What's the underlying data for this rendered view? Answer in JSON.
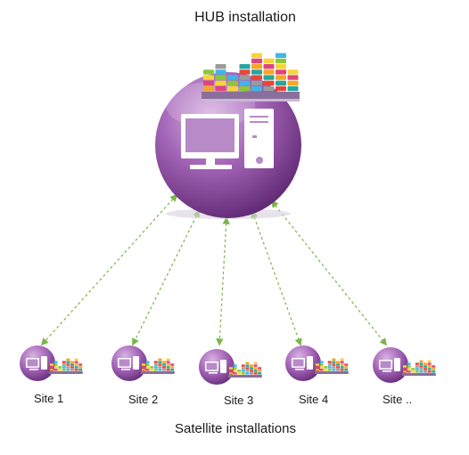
{
  "hub": {
    "title": "HUB installation",
    "icon": "computer-icon"
  },
  "satellites": {
    "title": "Satellite installations",
    "sites": [
      {
        "label": "Site 1"
      },
      {
        "label": "Site 2"
      },
      {
        "label": "Site 3"
      },
      {
        "label": "Site 4"
      },
      {
        "label": "Site .."
      }
    ]
  },
  "colors": {
    "sphere": "#9b5fae",
    "sphere_dark": "#6a2f80",
    "connector": "#7ab648",
    "book_palette": [
      "#f5a623",
      "#e0457b",
      "#f7d438",
      "#8cc63f",
      "#3fb6e8",
      "#9b9b9b",
      "#e8463a",
      "#26a69a"
    ]
  }
}
